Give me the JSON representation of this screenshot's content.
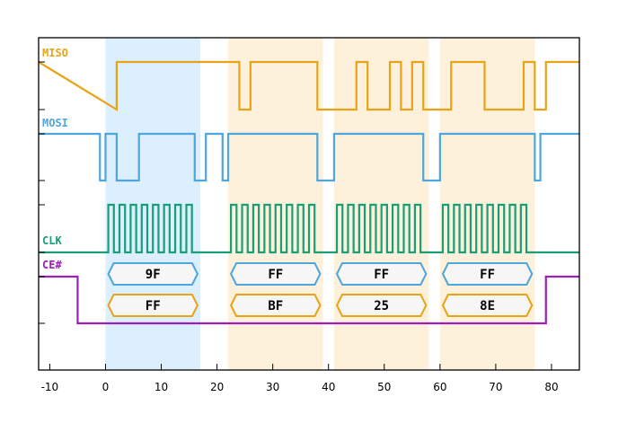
{
  "chart_data": {
    "type": "timing-diagram",
    "xlim": [
      -12,
      85
    ],
    "x_ticks": [
      -10,
      0,
      10,
      20,
      30,
      40,
      50,
      60,
      70,
      80
    ],
    "x_tick_labels": [
      "-10",
      "0",
      "10",
      "20",
      "30",
      "40",
      "50",
      "60",
      "70",
      "80"
    ],
    "highlight_regions": [
      {
        "x": [
          0,
          17
        ],
        "color": "#dcefff"
      },
      {
        "x": [
          22,
          39
        ],
        "color": "#fdf1dc"
      },
      {
        "x": [
          41,
          58
        ],
        "color": "#fdf1dc"
      },
      {
        "x": [
          60,
          77
        ],
        "color": "#fdf1dc"
      }
    ],
    "signals": [
      {
        "name": "MISO",
        "color": "#e8a317",
        "levels": [
          1,
          0
        ],
        "steps": [
          [
            -12,
            1
          ],
          [
            2,
            0
          ],
          [
            2,
            0
          ],
          [
            2,
            1
          ],
          [
            24,
            1
          ],
          [
            24,
            0
          ],
          [
            26,
            0
          ],
          [
            26,
            1
          ],
          [
            38,
            1
          ],
          [
            38,
            0
          ],
          [
            45,
            0
          ],
          [
            45,
            1
          ],
          [
            47,
            1
          ],
          [
            47,
            0
          ],
          [
            51,
            0
          ],
          [
            51,
            1
          ],
          [
            53,
            1
          ],
          [
            53,
            0
          ],
          [
            55,
            0
          ],
          [
            55,
            1
          ],
          [
            57,
            1
          ],
          [
            57,
            0
          ],
          [
            62,
            0
          ],
          [
            62,
            1
          ],
          [
            68,
            1
          ],
          [
            68,
            0
          ],
          [
            75,
            0
          ],
          [
            75,
            1
          ],
          [
            77,
            1
          ],
          [
            77,
            0
          ],
          [
            79,
            0
          ],
          [
            79,
            1
          ],
          [
            85,
            1
          ]
        ]
      },
      {
        "name": "MOSI",
        "color": "#4ea6dc",
        "levels": [
          1,
          0
        ],
        "steps": [
          [
            -12,
            1
          ],
          [
            -1,
            1
          ],
          [
            -1,
            0
          ],
          [
            0,
            0
          ],
          [
            0,
            1
          ],
          [
            2,
            1
          ],
          [
            2,
            0
          ],
          [
            6,
            0
          ],
          [
            6,
            1
          ],
          [
            16,
            1
          ],
          [
            16,
            0
          ],
          [
            18,
            0
          ],
          [
            18,
            1
          ],
          [
            21,
            1
          ],
          [
            21,
            0
          ],
          [
            22,
            0
          ],
          [
            22,
            1
          ],
          [
            38,
            1
          ],
          [
            38,
            0
          ],
          [
            41,
            0
          ],
          [
            41,
            1
          ],
          [
            57,
            1
          ],
          [
            57,
            0
          ],
          [
            60,
            0
          ],
          [
            60,
            1
          ],
          [
            77,
            1
          ],
          [
            77,
            0
          ],
          [
            78,
            0
          ],
          [
            78,
            1
          ],
          [
            85,
            1
          ]
        ]
      },
      {
        "name": "CLK",
        "color": "#1a9e77",
        "levels": [
          1,
          0
        ],
        "clock_bursts": [
          {
            "start": 0.5,
            "periods": 8,
            "period": 2
          },
          {
            "start": 22.5,
            "periods": 8,
            "period": 2
          },
          {
            "start": 41.5,
            "periods": 8,
            "period": 2
          },
          {
            "start": 60.5,
            "periods": 8,
            "period": 2
          }
        ]
      },
      {
        "name": "CE#",
        "color": "#9b1fb8",
        "levels": [
          1,
          0
        ],
        "steps": [
          [
            -12,
            1
          ],
          [
            -5,
            1
          ],
          [
            -5,
            0
          ],
          [
            79,
            0
          ],
          [
            79,
            1
          ],
          [
            85,
            1
          ]
        ]
      }
    ],
    "byte_boxes": [
      {
        "row": "mosi",
        "x": [
          0.5,
          16.5
        ],
        "text": "9F",
        "color": "#4ea6dc"
      },
      {
        "row": "mosi",
        "x": [
          22.5,
          38.5
        ],
        "text": "FF",
        "color": "#4ea6dc"
      },
      {
        "row": "mosi",
        "x": [
          41.5,
          57.5
        ],
        "text": "FF",
        "color": "#4ea6dc"
      },
      {
        "row": "mosi",
        "x": [
          60.5,
          76.5
        ],
        "text": "FF",
        "color": "#4ea6dc"
      },
      {
        "row": "miso",
        "x": [
          0.5,
          16.5
        ],
        "text": "FF",
        "color": "#e8a317"
      },
      {
        "row": "miso",
        "x": [
          22.5,
          38.5
        ],
        "text": "BF",
        "color": "#e8a317"
      },
      {
        "row": "miso",
        "x": [
          41.5,
          57.5
        ],
        "text": "25",
        "color": "#e8a317"
      },
      {
        "row": "miso",
        "x": [
          60.5,
          76.5
        ],
        "text": "8E",
        "color": "#e8a317"
      }
    ]
  }
}
